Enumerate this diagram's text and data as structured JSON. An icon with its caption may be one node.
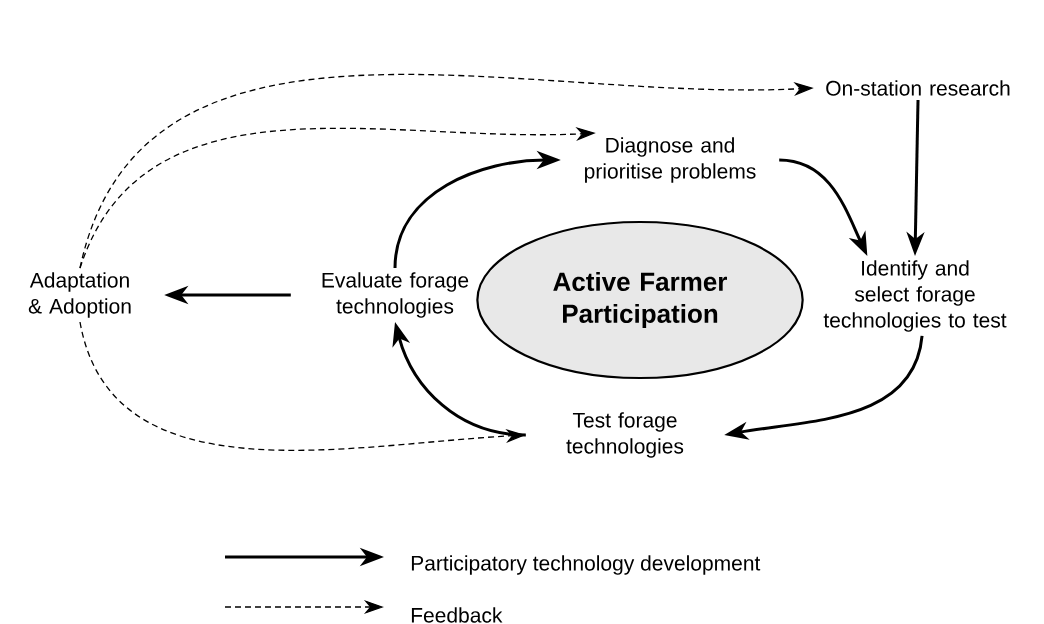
{
  "diagram": {
    "nodes": [
      {
        "text": [
          "On-station research"
        ]
      },
      {
        "text": [
          "Diagnose and prioritise problems"
        ]
      },
      {
        "text": [
          "Active Farmer Participation"
        ]
      },
      {
        "text": [
          "Identify and select forage technologies to test"
        ]
      },
      {
        "text": [
          "Evaluate forage technologies"
        ]
      },
      {
        "text": [
          "Adaptation & Adoption"
        ]
      },
      {
        "text": [
          "Test forage technologies"
        ]
      }
    ],
    "edges": [
      {
        "from": 0,
        "to": 3,
        "arrow": "to"
      },
      {
        "from": 1,
        "to": 3,
        "arrow": "to"
      },
      {
        "from": 3,
        "to": 6,
        "arrow": "to"
      },
      {
        "from": 6,
        "to": 4,
        "arrow": "to"
      },
      {
        "from": 4,
        "to": 1,
        "arrow": "to"
      },
      {
        "from": 4,
        "to": 5,
        "arrow": "to"
      },
      {
        "from": 5,
        "to": 0,
        "arrow": "to",
        "style": "dashed"
      },
      {
        "from": 5,
        "to": 1,
        "arrow": "to",
        "style": "dashed"
      },
      {
        "from": 5,
        "to": 6,
        "arrow": "to",
        "style": "dashed"
      }
    ],
    "legend": [
      {
        "text": "Participatory technology development"
      },
      {
        "text": "Feedback"
      }
    ]
  }
}
